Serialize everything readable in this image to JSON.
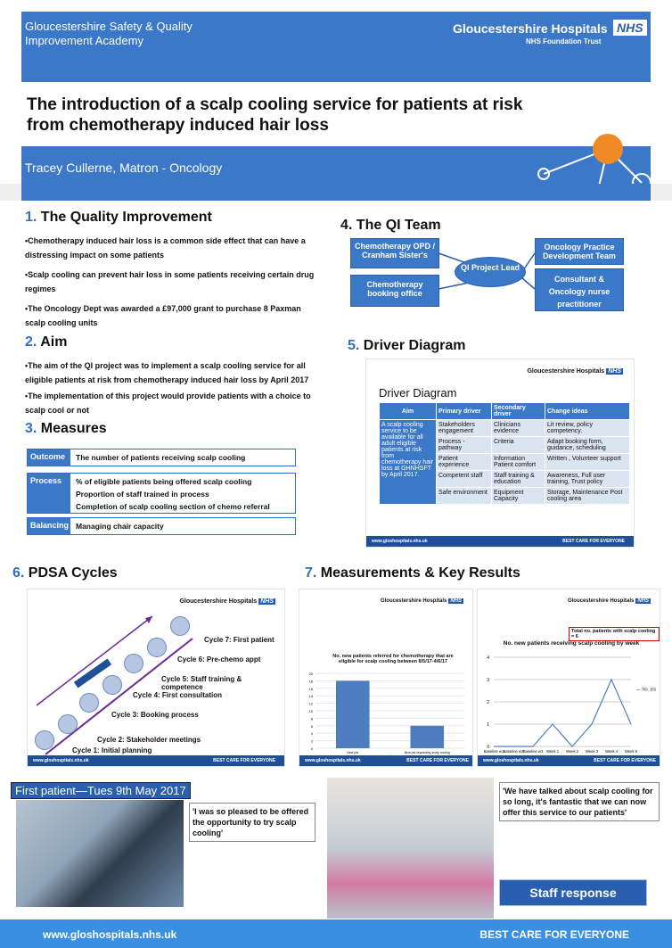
{
  "header": {
    "academy": "Gloucestershire Safety & Quality Improvement Academy",
    "nhs_name": "Gloucestershire Hospitals",
    "nhs_logo": "NHS",
    "nhs_trust": "NHS Foundation Trust",
    "title": "The introduction of a scalp cooling service for patients at risk from chemotherapy induced hair loss",
    "author": "Tracey Cullerne,  Matron - Oncology"
  },
  "sec1": {
    "num": "1.",
    "title": "The Quality Improvement",
    "bullets": [
      "•Chemotherapy induced hair loss is a common side effect that can have a distressing impact on some patients",
      "•Scalp cooling can prevent hair loss in some patients receiving certain drug regimes",
      "•The Oncology Dept was awarded a £97,000 grant to purchase 8 Paxman scalp cooling units"
    ]
  },
  "sec2": {
    "num": "2.",
    "title": "Aim",
    "bullets": [
      "•The aim of the QI project was to implement a scalp cooling service for all eligible patients at risk from chemotherapy induced hair loss by April 2017",
      "•The implementation of this project would provide patients with a choice to scalp cool or not"
    ]
  },
  "sec3": {
    "num": "3.",
    "title": "Measures",
    "outcome": {
      "label": "Outcome",
      "items": [
        "The number of patients receiving scalp cooling"
      ]
    },
    "process": {
      "label": "Process",
      "items": [
        "% of eligible patients being offered scalp cooling",
        "Proportion of staff trained in process",
        "Completion of scalp cooling section of chemo referral"
      ]
    },
    "balancing": {
      "label": "Balancing",
      "items": [
        "Managing chair capacity"
      ]
    }
  },
  "sec4": {
    "num": "4.",
    "title": "The QI Team",
    "boxes": {
      "opd": "Chemotherapy OPD / Cranham Sister's",
      "booking": "Chemotherapy booking office",
      "lead": "QI Project Lead",
      "practice": "Oncology Practice Development Team",
      "consultant": "Consultant & Oncology nurse practitioner"
    }
  },
  "sec5": {
    "num": "5.",
    "title": "Driver Diagram",
    "slide_title": "Driver Diagram",
    "headers": [
      "Aim",
      "Primary driver",
      "Secondary driver",
      "Change ideas"
    ],
    "aim": "A scalp cooling service to be available for all adult eligible patients at risk from chemotherapy hair loss at GHNHSFT by April 2017.",
    "rows": [
      [
        "Stakeholders engagement",
        "Clinicians evidence",
        "Lit review, policy competency."
      ],
      [
        "Process - pathway",
        "Criteria",
        "Adapt booking form, guidance, scheduling"
      ],
      [
        "Patient experience",
        "Information Patient comfort",
        "Written , Volunteer support"
      ],
      [
        "Competent staff",
        "Staff training & education",
        "Awareness, Full user training, Trust policy"
      ],
      [
        "Safe environment",
        "Equipment Capacity",
        "Storage, Maintenance Post cooling area"
      ]
    ]
  },
  "sec6": {
    "num": "6.",
    "title": "PDSA Cycles",
    "cycles": [
      "Cycle 7: First patient",
      "Cycle 6: Pre-chemo appt",
      "Cycle 5: Staff training & competence",
      "Cycle 4: First consultation",
      "Cycle 3: Booking process",
      "Cycle 2: Stakeholder meetings",
      "Cycle 1: Initial planning"
    ]
  },
  "sec7": {
    "num": "7.",
    "title": "Measurements & Key Results",
    "total_label": "Total no. patients with scalp cooling = 6"
  },
  "slide_footer": {
    "url": "www.gloshospitals.nhs.uk",
    "slogan": "BEST CARE FOR EVERYONE"
  },
  "chart_data": [
    {
      "type": "bar",
      "title": "No. new patients referred for chemotherapy that are eligible for scalp cooling between 8/5/17-4/6/17",
      "categories": [
        "New pts",
        "New pts requesting scalp cooling"
      ],
      "series": [
        {
          "name": "patients",
          "values": [
            18,
            6
          ]
        }
      ],
      "ylim": [
        0,
        20
      ],
      "yticks": [
        "0",
        "2",
        "4",
        "6",
        "8",
        "10",
        "12",
        "14",
        "16",
        "18",
        "20"
      ]
    },
    {
      "type": "line",
      "title": "No. new patients receiving scalp cooling by week",
      "categories": [
        "Baseline w1",
        "Baseline w2",
        "Baseline w3",
        "Week 1",
        "Week 2",
        "Week 3",
        "Week 4",
        "Week 5"
      ],
      "series": [
        {
          "name": "No. pts",
          "values": [
            0,
            0,
            0,
            1,
            0,
            1,
            3,
            1
          ]
        }
      ],
      "ylim": [
        0,
        4
      ],
      "yticks": [
        "0",
        "1",
        "2",
        "3",
        "4"
      ]
    }
  ],
  "bottom": {
    "first_patient": "First patient—Tues 9th May 2017",
    "quote1": "'I was so pleased to be offered the opportunity  to try scalp cooling'",
    "quote2": "'We have talked about scalp cooling for so long, it's fantastic that we can now offer this service to our patients'",
    "staff_response": "Staff response"
  },
  "footer": {
    "url": "www.gloshospitals.nhs.uk",
    "slogan": "BEST CARE FOR EVERYONE"
  },
  "colors": {
    "nhs_blue": "#3b78c8",
    "footer_blue": "#3b8fe0",
    "orange": "#f08a24"
  }
}
